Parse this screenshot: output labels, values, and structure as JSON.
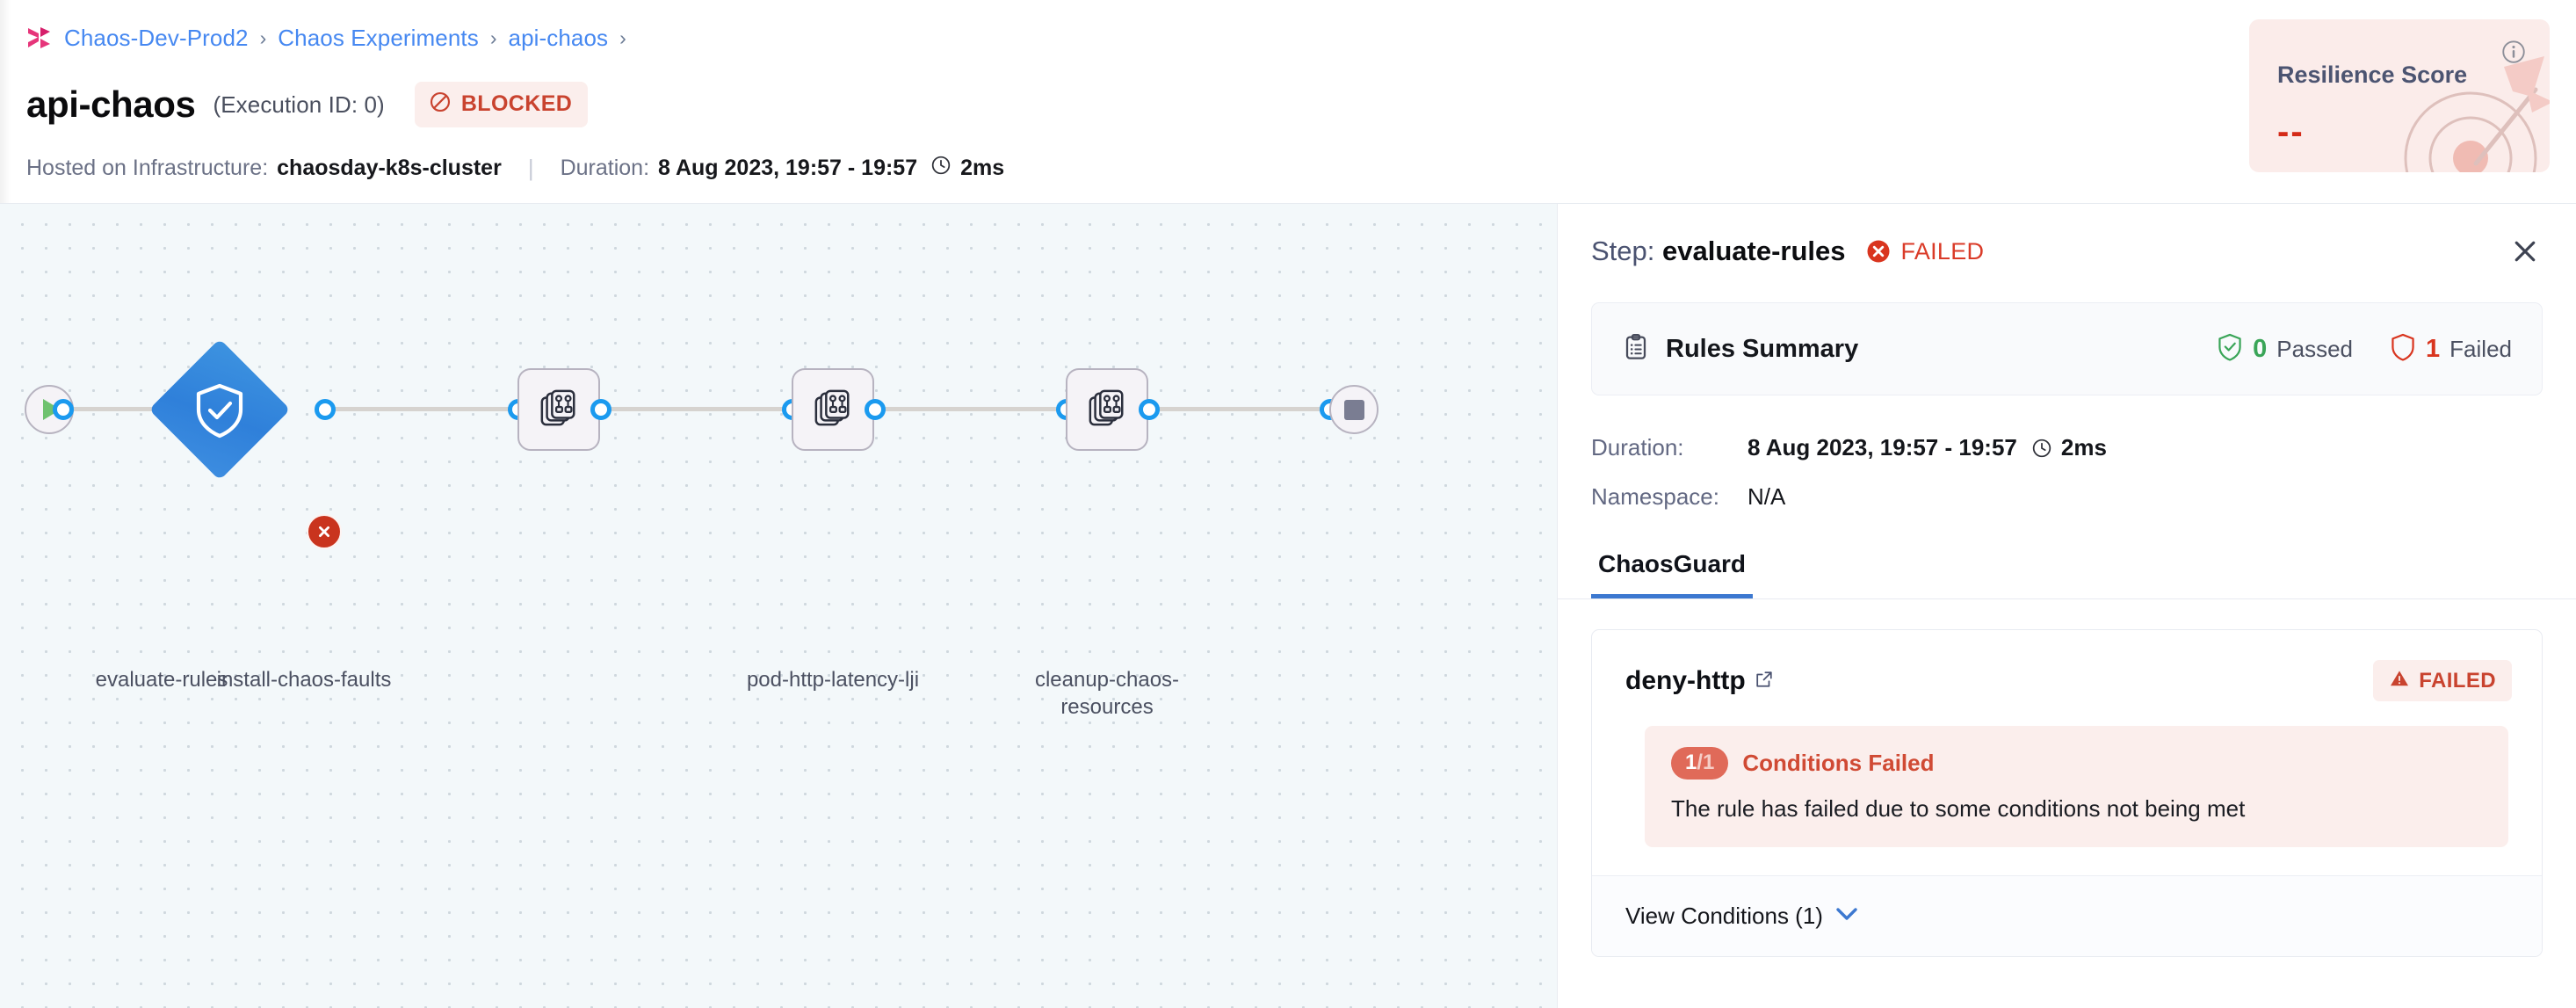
{
  "breadcrumb": {
    "logo_icon": "harness-logo-icon",
    "items": [
      "Chaos-Dev-Prod2",
      "Chaos Experiments",
      "api-chaos"
    ],
    "separator": "›",
    "trailing_separator": "›"
  },
  "header": {
    "title": "api-chaos",
    "execution_id": "(Execution ID: 0)",
    "status_badge": {
      "label": "BLOCKED",
      "icon": "blocked-icon",
      "color": "#c9432f",
      "bg": "#fbeeec"
    },
    "infra_label": "Hosted on Infrastructure:",
    "infra_value": "chaosday-k8s-cluster",
    "duration_label": "Duration:",
    "duration_value": "8 Aug 2023, 19:57 - 19:57",
    "duration_clock_icon": "clock-icon",
    "duration_elapsed": "2ms"
  },
  "resilience": {
    "title": "Resilience Score",
    "value": "--",
    "info_icon": "info-icon",
    "art_icon": "target-arrow-icon",
    "bg": "#fbecea",
    "value_color": "#d42a17"
  },
  "graph": {
    "start_node": {
      "name": "start-node",
      "icon": "play-icon"
    },
    "end_node": {
      "name": "end-node",
      "icon": "stop-icon"
    },
    "nodes": [
      {
        "id": "evaluate-rules",
        "label": "evaluate-rules",
        "shape": "diamond",
        "icon": "shield-check-icon",
        "status": "failed",
        "badge_icon": "error-x-icon",
        "color": "#2f80da"
      },
      {
        "id": "install-chaos-faults",
        "label": "install-chaos-faults",
        "shape": "box",
        "icon": "chaos-fault-icon"
      },
      {
        "id": "pod-http-latency-lji",
        "label": "pod-http-latency-lji",
        "shape": "box",
        "icon": "chaos-fault-icon"
      },
      {
        "id": "cleanup-chaos-resources",
        "label": "cleanup-chaos-resources",
        "shape": "box",
        "icon": "chaos-fault-icon"
      }
    ]
  },
  "panel": {
    "step_prefix": "Step:",
    "step_name": "evaluate-rules",
    "status": "FAILED",
    "status_icon": "error-x-circle-icon",
    "close_icon": "close-icon",
    "rules_summary": {
      "icon": "clipboard-icon",
      "label": "Rules Summary",
      "passed": {
        "icon": "shield-check-icon",
        "count": "0",
        "label": "Passed"
      },
      "failed": {
        "icon": "shield-outline-icon",
        "count": "1",
        "label": "Failed"
      }
    },
    "details": [
      {
        "key": "Duration:",
        "value": "8 Aug 2023, 19:57 - 19:57",
        "icon": "clock-icon",
        "extra": "2ms"
      },
      {
        "key": "Namespace:",
        "value": "N/A"
      }
    ],
    "tabs": [
      {
        "label": "ChaosGuard",
        "active": true
      }
    ],
    "rule": {
      "name": "deny-http",
      "external_link_icon": "external-link-icon",
      "status": {
        "label": "FAILED",
        "icon": "warning-triangle-icon"
      },
      "condition": {
        "count": "1",
        "total": "/1",
        "title": "Conditions Failed",
        "description": "The rule has failed due to some conditions not being met"
      },
      "view_conditions": {
        "label": "View Conditions (1)",
        "icon": "chevron-down-icon"
      }
    }
  }
}
